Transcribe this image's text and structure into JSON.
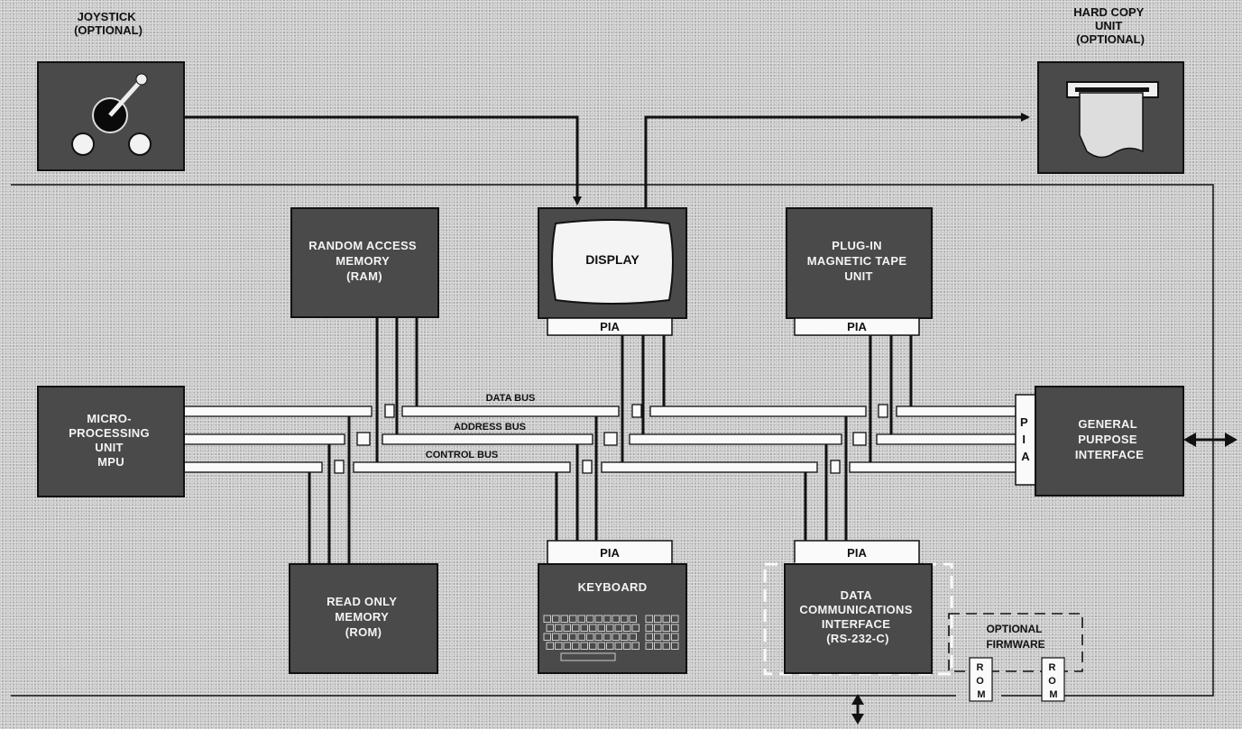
{
  "joystick": {
    "title_line1": "JOYSTICK",
    "title_line2": "(OPTIONAL)"
  },
  "hardcopy": {
    "title_line1": "HARD COPY",
    "title_line2": "UNIT",
    "title_line3": "(OPTIONAL)"
  },
  "ram": {
    "line1": "RANDOM ACCESS",
    "line2": "MEMORY",
    "line3": "(RAM)"
  },
  "display": {
    "label": "DISPLAY",
    "pia": "PIA"
  },
  "tape": {
    "line1": "PLUG-IN",
    "line2": "MAGNETIC TAPE",
    "line3": "UNIT",
    "pia": "PIA"
  },
  "mpu": {
    "line1": "MICRO-",
    "line2": "PROCESSING",
    "line3": "UNIT",
    "line4": "MPU"
  },
  "gpi": {
    "line1": "GENERAL",
    "line2": "PURPOSE",
    "line3": "INTERFACE",
    "pia_p": "P",
    "pia_i": "I",
    "pia_a": "A"
  },
  "buses": {
    "data": "DATA BUS",
    "address": "ADDRESS BUS",
    "control": "CONTROL BUS"
  },
  "rom": {
    "line1": "READ ONLY",
    "line2": "MEMORY",
    "line3": "(ROM)"
  },
  "keyboard": {
    "label": "KEYBOARD",
    "pia": "PIA"
  },
  "datacomm": {
    "line1": "DATA",
    "line2": "COMMUNICATIONS",
    "line3": "INTERFACE",
    "line4": "(RS-232-C)",
    "pia": "PIA"
  },
  "firmware": {
    "line1": "OPTIONAL",
    "line2": "FIRMWARE",
    "rom1": [
      "R",
      "O",
      "M"
    ],
    "rom2": [
      "R",
      "O",
      "M"
    ]
  }
}
